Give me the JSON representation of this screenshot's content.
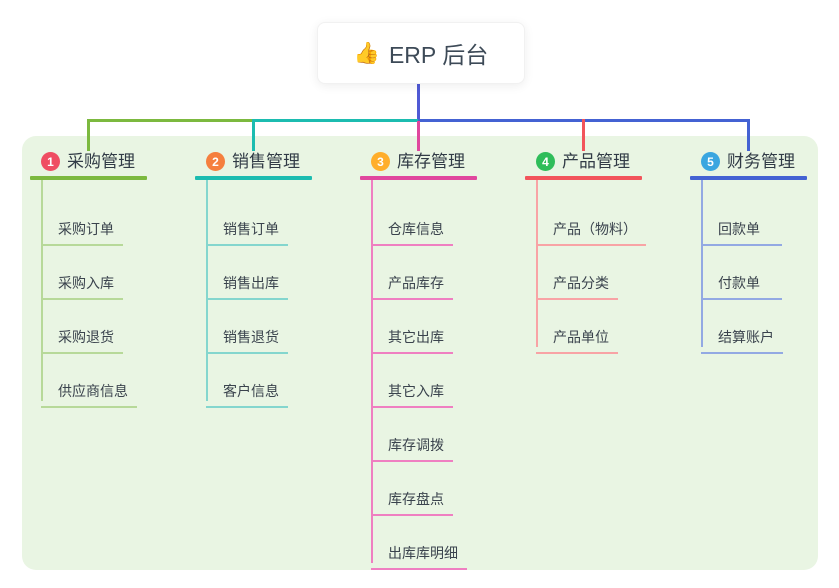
{
  "root": {
    "icon": "👍",
    "label": "ERP 后台"
  },
  "panel": {
    "background": "#e9f5e3"
  },
  "stem_color": "#505ad5",
  "text_colors": {
    "root": "#3d4a57",
    "branch": "#313b46",
    "child": "#3a434d"
  },
  "branches": [
    {
      "num": "1",
      "label": "采购管理",
      "badge_color": "#ef4d62",
      "line_color": "#7cb93f",
      "child_line_color": "#b7d999",
      "children": [
        "采购订单",
        "采购入库",
        "采购退货",
        "供应商信息"
      ]
    },
    {
      "num": "2",
      "label": "销售管理",
      "badge_color": "#f57f3e",
      "line_color": "#1cbcb0",
      "child_line_color": "#84d6ce",
      "children": [
        "销售订单",
        "销售出库",
        "销售退货",
        "客户信息"
      ]
    },
    {
      "num": "3",
      "label": "库存管理",
      "badge_color": "#ffae2b",
      "line_color": "#e0479e",
      "child_line_color": "#ef7fc1",
      "children": [
        "仓库信息",
        "产品库存",
        "其它出库",
        "其它入库",
        "库存调拨",
        "库存盘点",
        "出库库明细"
      ]
    },
    {
      "num": "4",
      "label": "产品管理",
      "badge_color": "#2fbd5a",
      "line_color": "#f2545b",
      "child_line_color": "#f8a3a5",
      "children": [
        "产品（物料）",
        "产品分类",
        "产品单位"
      ]
    },
    {
      "num": "5",
      "label": "财务管理",
      "badge_color": "#3aa6e0",
      "line_color": "#4462d3",
      "child_line_color": "#93a9e3",
      "children": [
        "回款单",
        "付款单",
        "结算账户"
      ]
    }
  ]
}
